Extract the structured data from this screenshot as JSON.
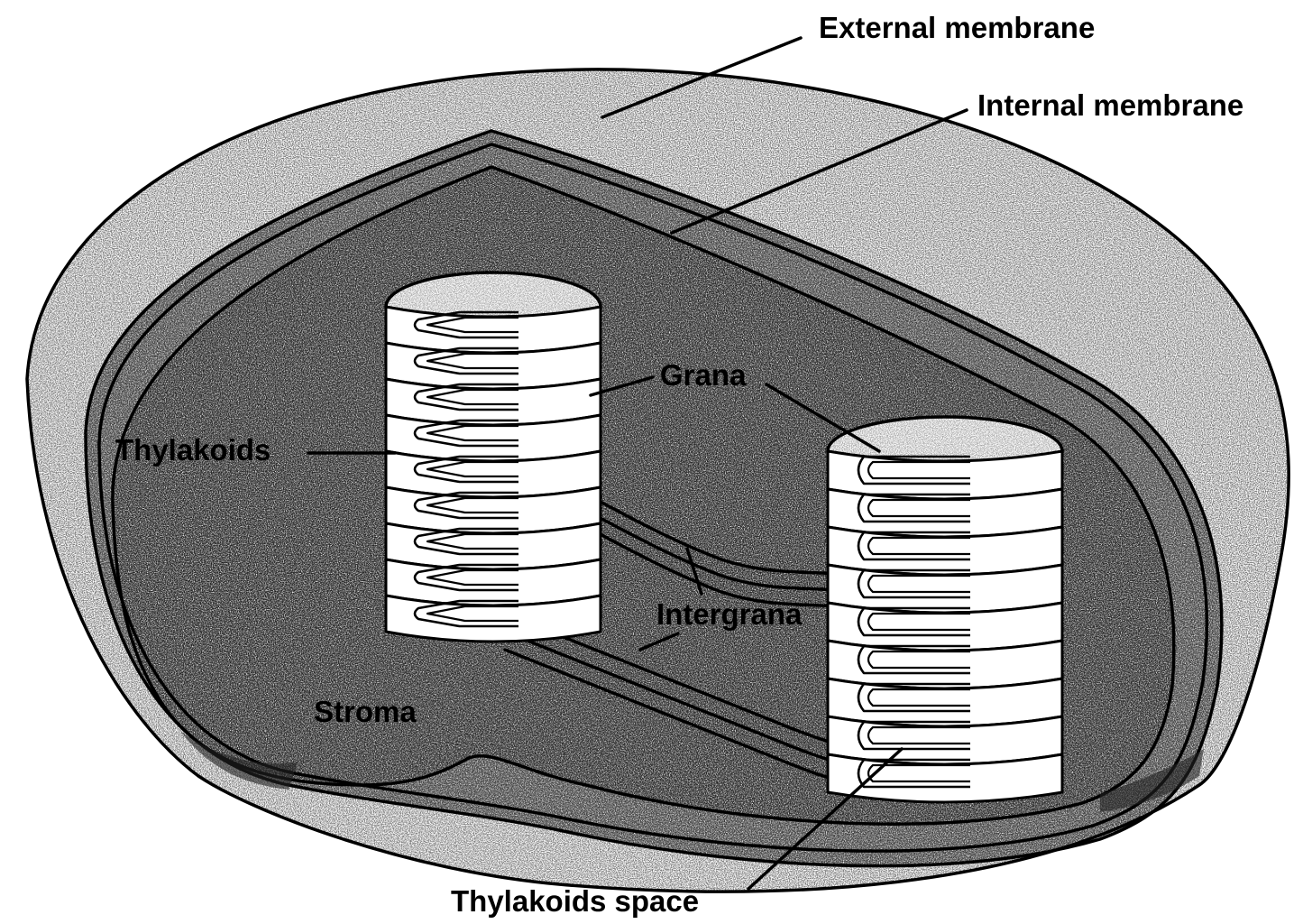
{
  "labels": {
    "external_membrane": "External membrane",
    "internal_membrane": "Internal membrane",
    "grana": "Grana",
    "thylakoids": "Thylakoids",
    "intergrana": "Intergrana",
    "stroma": "Stroma",
    "thylakoids_space": "Thylakoids space"
  }
}
